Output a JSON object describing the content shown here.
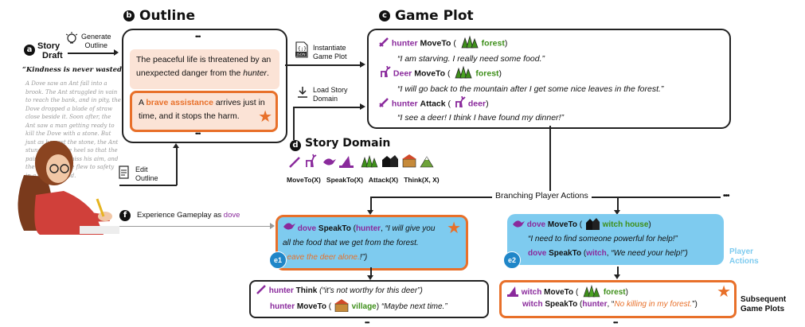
{
  "labels": {
    "a": "a",
    "b": "b",
    "c": "c",
    "d": "d",
    "e1": "e1",
    "e2": "e2",
    "f": "f"
  },
  "story": {
    "title_line1": "Story",
    "title_line2": "Draft",
    "generate_line1": "Generate",
    "generate_line2": "Outline",
    "moral": "“Kindness is never wasted”",
    "body": "A Dove saw an Ant fall into a brook. The Ant struggled in vain to reach the bank, and in pity, the Dove dropped a blade of straw close beside it. Soon after, the Ant saw a man getting ready to kill the Dove with a stone. But just as he cast the stone, the Ant stung him in the heel so that the pain made him miss his aim, and the startled Dove flew to safety in a distant wood.",
    "edit_line1": "Edit",
    "edit_line2": "Outline"
  },
  "outline": {
    "heading": "Outline",
    "dots_top": "•••",
    "dots_bottom": "•••",
    "item1_pre": "The peaceful life is threatened by an unexpected danger from the ",
    "item1_em": "hunter",
    "item1_post": ".",
    "item2_pre": "A ",
    "item2_hl": "brave assistance",
    "item2_post": " arrives just in time, and it stops the harm."
  },
  "instantiate": {
    "line1": "Instantiate",
    "line2": "Game Plot",
    "json": "JSON"
  },
  "load_domain": {
    "line1": "Load Story",
    "line2": "Domain"
  },
  "game_plot": {
    "heading": "Game Plot",
    "rows": [
      {
        "actor": "hunter",
        "action": "MoveTo",
        "target": "forest",
        "quote": "“I am starving. I really need some food.”"
      },
      {
        "actor": "Deer",
        "action": "MoveTo",
        "target": "forest",
        "quote": "“I will go back to the mountain after I get some nice leaves in the forest.”"
      },
      {
        "actor": "hunter",
        "action": "Attack",
        "target": "deer",
        "quote": "“I see a deer! I think I have found my dinner!”"
      }
    ]
  },
  "story_domain": {
    "heading": "Story Domain",
    "actions": [
      "MoveTo(X)",
      "SpeakTo(X)",
      "Attack(X)",
      "Think(X, X)"
    ]
  },
  "branching": {
    "label": "Branching Player Actions",
    "dots": "•••"
  },
  "experience": {
    "pre": "Experience Gameplay as ",
    "role": "dove"
  },
  "player_actions": {
    "left": {
      "actor": "dove",
      "action": "SpeakTo",
      "target": "hunter",
      "quote": "“I will give you all the food that we get from the forest. ",
      "quote_hl": "Leave the deer alone.",
      "quote_end": "!”)"
    },
    "right": {
      "actor1": "dove",
      "action1": "MoveTo",
      "target1": "witch house",
      "quote1": "“I need to find someone powerful for help!”",
      "actor2": "dove",
      "action2": "SpeakTo",
      "target2": "witch",
      "quote2": "“We need your help!”)"
    },
    "label_line1": "Player",
    "label_line2": "Actions"
  },
  "subsequent": {
    "left": {
      "actor1": "hunter",
      "action1": "Think",
      "quote1": "(“it's not worthy for this deer”)",
      "actor2": "hunter",
      "action2": "MoveTo",
      "target2": "village",
      "quote2": "“Maybe next time.”"
    },
    "right": {
      "actor1": "witch",
      "action1": "MoveTo",
      "target1": "forest",
      "actor2": "witch",
      "action2": "SpeakTo",
      "target2": "hunter",
      "quote2_hl": "No killing in my forest.",
      "quote2_end": "”)"
    },
    "label_line1": "Subsequent",
    "label_line2": "Game Plots",
    "dots_left": "•••",
    "dots_right": "•••"
  },
  "colors": {
    "purple": "#8a2a9c",
    "green": "#3e8f1a",
    "orange": "#e8702a",
    "blue_box": "#7ecbef",
    "badge": "#1f86c8"
  }
}
